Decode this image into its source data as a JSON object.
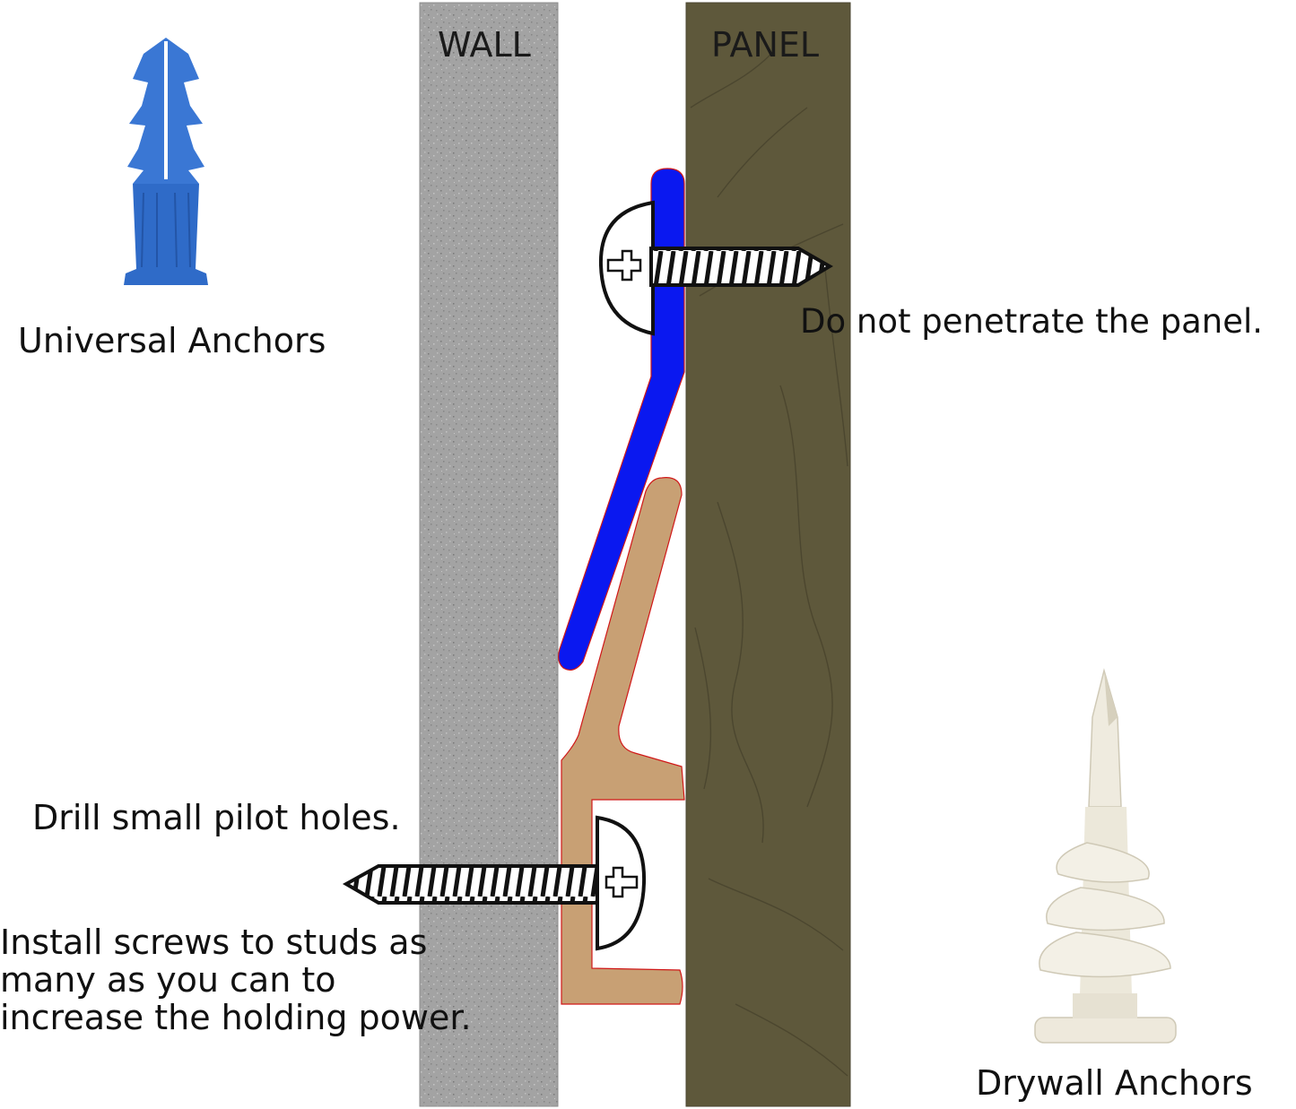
{
  "labels": {
    "wall": "WALL",
    "panel": "PANEL",
    "universal_anchors": "Universal Anchors",
    "drywall_anchors": "Drywall Anchors",
    "no_penetrate": "Do not  penetrate the panel.",
    "drill_pilot": "Drill small pilot holes.",
    "install_lines": [
      "Install screws to studs as",
      "many as you can to",
      "increase the holding power."
    ]
  },
  "colors": {
    "wall": "#a2a2a2",
    "panel": "#5c573b",
    "blue_cleat": "#0a18f0",
    "tan_cleat": "#c8a074",
    "cleat_outline": "#d01818",
    "universal_anchor": "#2f6bc8",
    "drywall_anchor": "#ece8da"
  },
  "icons": {
    "universal_anchor": "plastic-expansion-anchor-icon",
    "drywall_anchor": "self-drilling-drywall-anchor-icon",
    "top_screw": "screw-icon",
    "bottom_screw": "screw-icon"
  }
}
